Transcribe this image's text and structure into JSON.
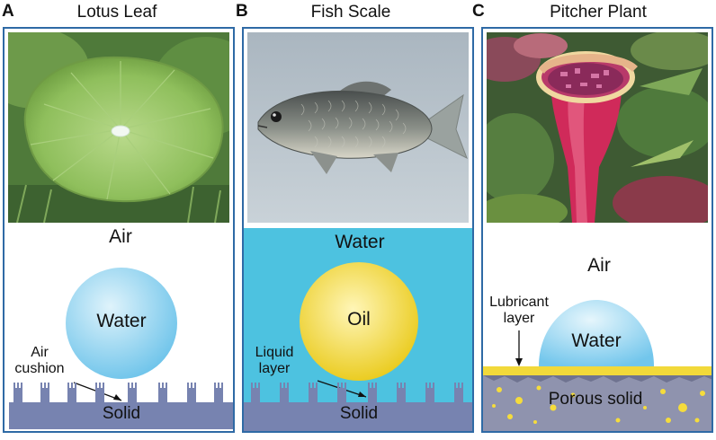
{
  "panels": [
    {
      "letter": "A",
      "title": "Lotus Leaf",
      "medium_label": "Air",
      "droplet_label": "Water",
      "interlayer_label_line1": "Air",
      "interlayer_label_line2": "cushion",
      "substrate_label": "Solid"
    },
    {
      "letter": "B",
      "title": "Fish Scale",
      "medium_label": "Water",
      "droplet_label": "Oil",
      "interlayer_label_line1": "Liquid",
      "interlayer_label_line2": "layer",
      "substrate_label": "Solid"
    },
    {
      "letter": "C",
      "title": "Pitcher Plant",
      "medium_label": "Air",
      "droplet_label": "Water",
      "interlayer_label_line1": "Lubricant",
      "interlayer_label_line2": "layer",
      "substrate_label": "Porous solid"
    }
  ],
  "colors": {
    "frame": "#2f6aa5",
    "water_droplet": "#9fd8f2",
    "oil_droplet": "#f5dc3c",
    "water_medium": "#4dc2e0",
    "solid": "#7783b0",
    "lubricant": "#f2d93a",
    "porous_solid": "#8f93ae"
  }
}
